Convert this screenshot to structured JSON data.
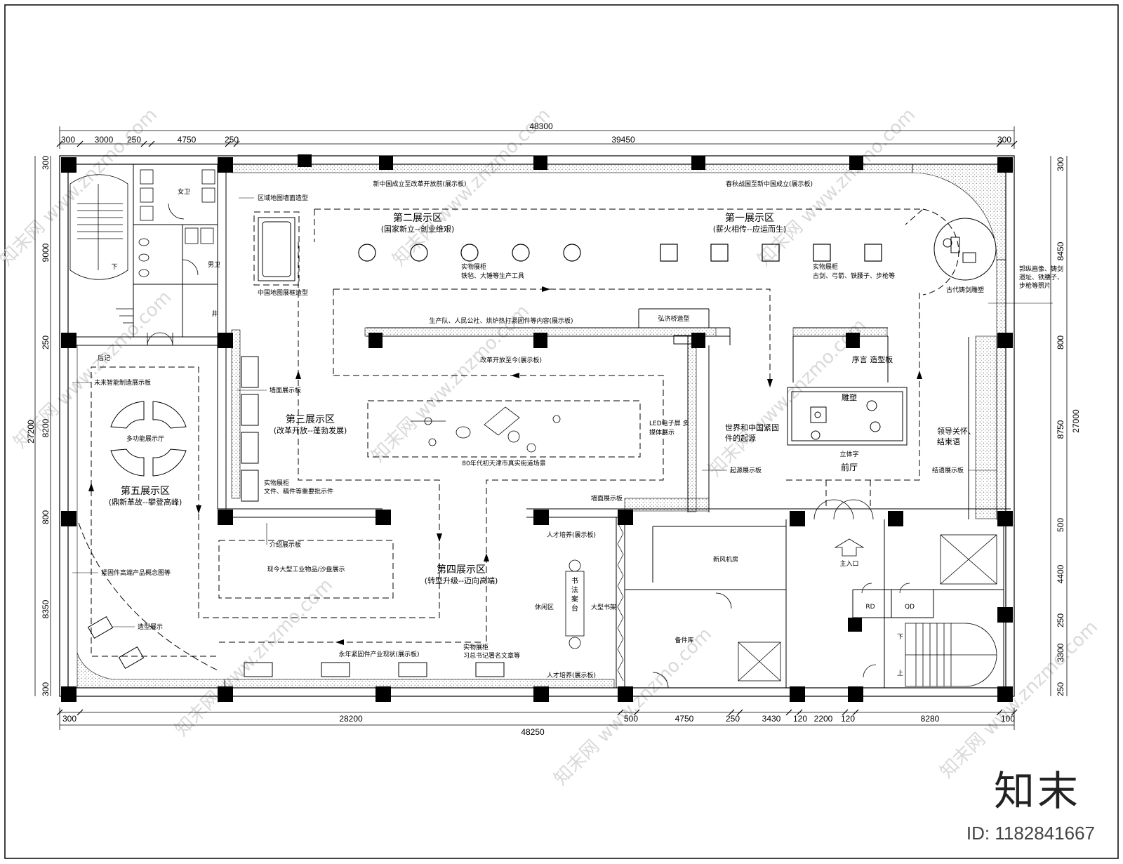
{
  "dimensions": {
    "top_total": "48300",
    "top_segments": [
      "300",
      "3000",
      "250",
      "4750",
      "250",
      "39450",
      "300"
    ],
    "bottom_total": "48250",
    "bottom_segments": [
      "300",
      "28200",
      "500",
      "4750",
      "250",
      "3430",
      "120",
      "2200",
      "120",
      "8280",
      "100"
    ],
    "left_total": "27200",
    "left_segments": [
      "300",
      "9000",
      "250",
      "8200",
      "800",
      "8350",
      "300"
    ],
    "right_total": "27000",
    "right_segments": [
      "300",
      "8450",
      "800",
      "8750",
      "500",
      "4400",
      "250",
      "3300",
      "250"
    ]
  },
  "labels": {
    "zone1_title": "第一展示区",
    "zone1_sub": "(薪火相传--应运而生)",
    "zone2_title": "第二展示区",
    "zone2_sub": "(国家新立--创业维艰)",
    "zone3_title": "第三展示区",
    "zone3_sub": "(改革开放--蓬勃发展)",
    "zone4_title": "第四展示区",
    "zone4_sub": "(转型升级--迈向高端)",
    "zone5_title": "第五展示区",
    "zone5_sub": "(鼎新革故--攀登高峰)",
    "board_top_left": "新中国成立至改革开放前(展示板)",
    "board_top_right": "春秋战国至新中国成立(展示板)",
    "map_wall": "区域地图墙面造型",
    "map_frame": "中国地图展框造型",
    "cabinet_z2_a": "实物展柜",
    "cabinet_z2_b": "铁毡、大锤等生产工具",
    "cabinet_z1_a": "实物展柜",
    "cabinet_z1_b": "古剑、弓箭、铁腰子、步枪等",
    "sculpture": "古代铸剑雕塑",
    "photos": "郭纵画像、铸剑遗址、铁腰子、步枪等照片",
    "bridge": "弘济桥造型",
    "production": "生产队、人民公社、烘炉热打紧固件等内容(展示板)",
    "reform": "改革开放至今(展示板)",
    "preface": "序言 造型板",
    "sculpture_center": "雕塑",
    "letters": "立体字",
    "lobby": "前厅",
    "world": "世界和中国紧固件的起源",
    "origin_board": "起源展示板",
    "leaders": "领导关怀、结束语",
    "ending_board": "结语展示板",
    "led": "LED电子屏 多媒体展示",
    "street": "80年代初天津市真实街道场景",
    "wall_board": "墙面展示板",
    "cabinet_docs_a": "实物展柜",
    "cabinet_docs_b": "文件、稿件等重要批示件",
    "wall_board2": "墙面展示板",
    "intro_board": "介绍展示板",
    "industrial": "现今大型工业物品/沙盘展示",
    "future": "未来智能制造展示板",
    "hall": "多功能展示厅",
    "high_end": "紧固件高端产品概念图等",
    "shape": "造型展示",
    "yongnian": "永年紧固件产业现状(展示板)",
    "cabinet_xi_a": "实物展柜",
    "cabinet_xi_b": "习总书记署名文章等",
    "talent_top": "人才培养(展示板)",
    "talent_bottom": "人才培养(展示板)",
    "leisure": "休闲区",
    "calligraphy": "书法案台",
    "bookshelf": "大型书架",
    "fresh_air": "新风机房",
    "storage": "备件库",
    "entrance": "主入口",
    "rd": "RD",
    "qd": "QD",
    "women": "女卫",
    "men": "男卫",
    "shaft": "井",
    "backstage": "后记",
    "down1": "下",
    "down2": "下",
    "up": "上"
  },
  "watermark": "知末网 www.znzmo.com",
  "brand": "知末",
  "image_id": "ID: 1182841667"
}
